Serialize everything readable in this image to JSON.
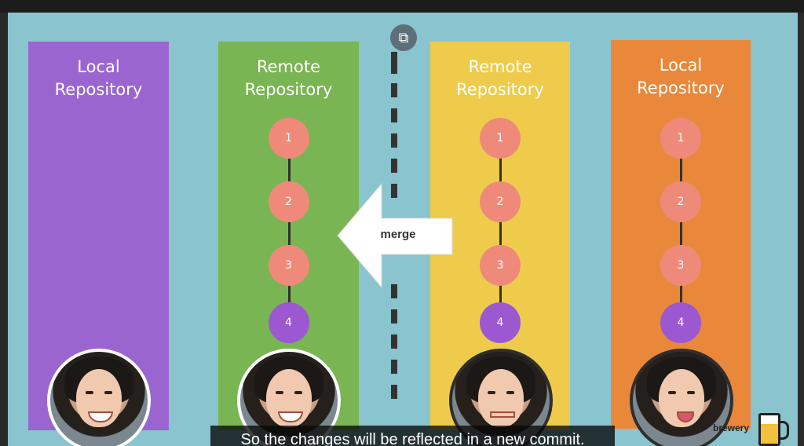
{
  "columns": [
    {
      "id": "local-left",
      "title_line1": "Local",
      "title_line2": "Repository",
      "color": "#9b65d0",
      "commits": []
    },
    {
      "id": "remote-green",
      "title_line1": "Remote",
      "title_line2": "Repository",
      "color": "#79b552",
      "commits": [
        "1",
        "2",
        "3",
        "4"
      ]
    },
    {
      "id": "remote-yellow",
      "title_line1": "Remote",
      "title_line2": "Repository",
      "color": "#efcb4c",
      "commits": [
        "1",
        "2",
        "3",
        "4"
      ]
    },
    {
      "id": "local-right",
      "title_line1": "Local",
      "title_line2": "Repository",
      "color": "#e9883a",
      "commits": [
        "1",
        "2",
        "3",
        "4"
      ]
    }
  ],
  "merge_label": "merge",
  "caption": "So the changes will be reflected in a new commit.",
  "brand_text": "brewery",
  "popout_icon": "popout-icon",
  "colors": {
    "background": "#89c4cf",
    "commit": "#ef8a7a",
    "commit_latest": "#9b58d0",
    "divider": "#333333"
  }
}
